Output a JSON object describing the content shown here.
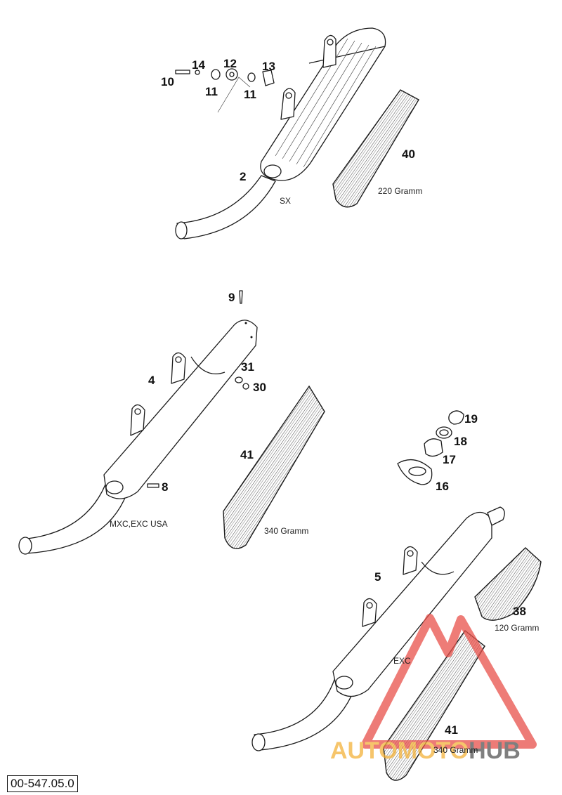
{
  "reference_code": "00-547.05.0",
  "watermark": {
    "part1": "AUTO",
    "part2": "MOTO",
    "part3": "HUB",
    "color": "#e8504a",
    "accent": "#f3b23a",
    "dark": "#555555"
  },
  "parts": [
    {
      "id": "p10",
      "number": "10"
    },
    {
      "id": "p14",
      "number": "14"
    },
    {
      "id": "p12",
      "number": "12"
    },
    {
      "id": "p13",
      "number": "13"
    },
    {
      "id": "p11a",
      "number": "11"
    },
    {
      "id": "p11b",
      "number": "11"
    },
    {
      "id": "p2",
      "number": "2"
    },
    {
      "id": "p40",
      "number": "40"
    },
    {
      "id": "p9",
      "number": "9"
    },
    {
      "id": "p4",
      "number": "4"
    },
    {
      "id": "p31",
      "number": "31"
    },
    {
      "id": "p30",
      "number": "30"
    },
    {
      "id": "p41a",
      "number": "41"
    },
    {
      "id": "p8",
      "number": "8"
    },
    {
      "id": "p19",
      "number": "19"
    },
    {
      "id": "p18",
      "number": "18"
    },
    {
      "id": "p17",
      "number": "17"
    },
    {
      "id": "p16",
      "number": "16"
    },
    {
      "id": "p5",
      "number": "5"
    },
    {
      "id": "p38",
      "number": "38"
    },
    {
      "id": "p41b",
      "number": "41"
    }
  ],
  "notes": {
    "sx": "SX",
    "gram220": "220 Gramm",
    "mxc": "MXC,EXC USA",
    "gram340a": "340 Gramm",
    "exc": "EXC",
    "gram120": "120 Gramm",
    "gram340b": "340 Gramm"
  }
}
